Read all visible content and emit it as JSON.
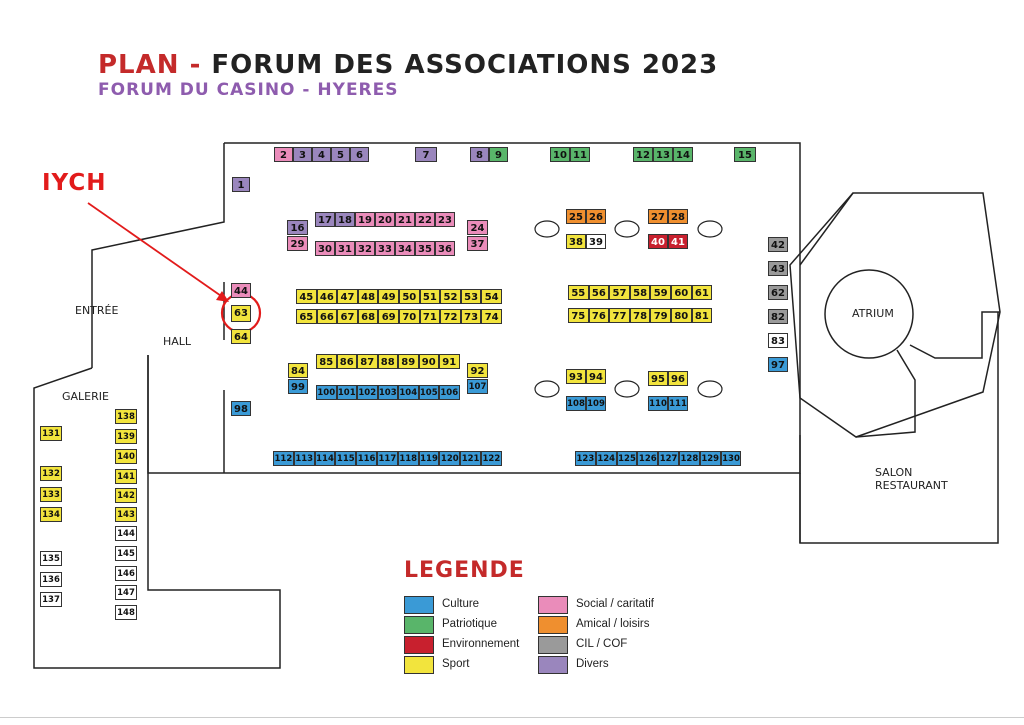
{
  "header": {
    "title_plan": "PLAN",
    "title_dash": " - ",
    "title_rest": "FORUM DES ASSOCIATIONS 2023",
    "subtitle": "FORUM DU CASINO - HYERES"
  },
  "callout": {
    "text": "IYCH",
    "booth": "63",
    "color": "#e21b1b"
  },
  "areas": {
    "entree": "ENTRÉE",
    "hall": "HALL",
    "galerie": "GALERIE",
    "atrium": "ATRIUM",
    "salon": "SALON",
    "restaurant": "RESTAURANT"
  },
  "categories": {
    "culture": {
      "label": "Culture",
      "color": "#3a9ad6"
    },
    "patriot": {
      "label": "Patriotique",
      "color": "#59b56a"
    },
    "env": {
      "label": "Environnement",
      "color": "#c8202e"
    },
    "sport": {
      "label": "Sport",
      "color": "#f2e43d"
    },
    "social": {
      "label": "Social / caritatif",
      "color": "#ea8cba"
    },
    "amical": {
      "label": "Amical / loisirs",
      "color": "#ef8f2f"
    },
    "cil": {
      "label": "CIL / COF",
      "color": "#9a9a9a"
    },
    "divers": {
      "label": "Divers",
      "color": "#9a86bd"
    }
  },
  "legend": {
    "title": "LEGENDE"
  },
  "booths": [
    {
      "n": "1",
      "c": "divers"
    },
    {
      "n": "2",
      "c": "social"
    },
    {
      "n": "3",
      "c": "divers"
    },
    {
      "n": "4",
      "c": "divers"
    },
    {
      "n": "5",
      "c": "divers"
    },
    {
      "n": "6",
      "c": "divers"
    },
    {
      "n": "7",
      "c": "divers"
    },
    {
      "n": "8",
      "c": "divers"
    },
    {
      "n": "9",
      "c": "patriot"
    },
    {
      "n": "10",
      "c": "patriot"
    },
    {
      "n": "11",
      "c": "patriot"
    },
    {
      "n": "12",
      "c": "patriot"
    },
    {
      "n": "13",
      "c": "patriot"
    },
    {
      "n": "14",
      "c": "patriot"
    },
    {
      "n": "15",
      "c": "patriot"
    },
    {
      "n": "16",
      "c": "divers"
    },
    {
      "n": "29",
      "c": "social"
    },
    {
      "n": "17",
      "c": "divers"
    },
    {
      "n": "18",
      "c": "divers"
    },
    {
      "n": "19",
      "c": "social"
    },
    {
      "n": "20",
      "c": "social"
    },
    {
      "n": "21",
      "c": "social"
    },
    {
      "n": "22",
      "c": "social"
    },
    {
      "n": "23",
      "c": "social"
    },
    {
      "n": "24",
      "c": "social"
    },
    {
      "n": "37",
      "c": "social"
    },
    {
      "n": "30",
      "c": "social"
    },
    {
      "n": "31",
      "c": "social"
    },
    {
      "n": "32",
      "c": "social"
    },
    {
      "n": "33",
      "c": "social"
    },
    {
      "n": "34",
      "c": "social"
    },
    {
      "n": "35",
      "c": "social"
    },
    {
      "n": "36",
      "c": "social"
    },
    {
      "n": "25",
      "c": "amical"
    },
    {
      "n": "26",
      "c": "amical"
    },
    {
      "n": "38",
      "c": "sport"
    },
    {
      "n": "39",
      "c": "none"
    },
    {
      "n": "27",
      "c": "amical"
    },
    {
      "n": "28",
      "c": "amical"
    },
    {
      "n": "40",
      "c": "env"
    },
    {
      "n": "41",
      "c": "env"
    },
    {
      "n": "42",
      "c": "cil"
    },
    {
      "n": "43",
      "c": "cil"
    },
    {
      "n": "62",
      "c": "cil"
    },
    {
      "n": "82",
      "c": "cil"
    },
    {
      "n": "83",
      "c": "none"
    },
    {
      "n": "97",
      "c": "culture"
    },
    {
      "n": "44",
      "c": "social"
    },
    {
      "n": "63",
      "c": "sport"
    },
    {
      "n": "64",
      "c": "sport"
    },
    {
      "n": "45",
      "c": "sport"
    },
    {
      "n": "46",
      "c": "sport"
    },
    {
      "n": "47",
      "c": "sport"
    },
    {
      "n": "48",
      "c": "sport"
    },
    {
      "n": "49",
      "c": "sport"
    },
    {
      "n": "50",
      "c": "sport"
    },
    {
      "n": "51",
      "c": "sport"
    },
    {
      "n": "52",
      "c": "sport"
    },
    {
      "n": "53",
      "c": "sport"
    },
    {
      "n": "54",
      "c": "sport"
    },
    {
      "n": "65",
      "c": "sport"
    },
    {
      "n": "66",
      "c": "sport"
    },
    {
      "n": "67",
      "c": "sport"
    },
    {
      "n": "68",
      "c": "sport"
    },
    {
      "n": "69",
      "c": "sport"
    },
    {
      "n": "70",
      "c": "sport"
    },
    {
      "n": "71",
      "c": "sport"
    },
    {
      "n": "72",
      "c": "sport"
    },
    {
      "n": "73",
      "c": "sport"
    },
    {
      "n": "74",
      "c": "sport"
    },
    {
      "n": "55",
      "c": "sport"
    },
    {
      "n": "56",
      "c": "sport"
    },
    {
      "n": "57",
      "c": "sport"
    },
    {
      "n": "58",
      "c": "sport"
    },
    {
      "n": "59",
      "c": "sport"
    },
    {
      "n": "60",
      "c": "sport"
    },
    {
      "n": "61",
      "c": "sport"
    },
    {
      "n": "75",
      "c": "sport"
    },
    {
      "n": "76",
      "c": "sport"
    },
    {
      "n": "77",
      "c": "sport"
    },
    {
      "n": "78",
      "c": "sport"
    },
    {
      "n": "79",
      "c": "sport"
    },
    {
      "n": "80",
      "c": "sport"
    },
    {
      "n": "81",
      "c": "sport"
    },
    {
      "n": "84",
      "c": "sport"
    },
    {
      "n": "99",
      "c": "culture"
    },
    {
      "n": "85",
      "c": "sport"
    },
    {
      "n": "86",
      "c": "sport"
    },
    {
      "n": "87",
      "c": "sport"
    },
    {
      "n": "88",
      "c": "sport"
    },
    {
      "n": "89",
      "c": "sport"
    },
    {
      "n": "90",
      "c": "sport"
    },
    {
      "n": "91",
      "c": "sport"
    },
    {
      "n": "100",
      "c": "culture"
    },
    {
      "n": "101",
      "c": "culture"
    },
    {
      "n": "102",
      "c": "culture"
    },
    {
      "n": "103",
      "c": "culture"
    },
    {
      "n": "104",
      "c": "culture"
    },
    {
      "n": "105",
      "c": "culture"
    },
    {
      "n": "106",
      "c": "culture"
    },
    {
      "n": "92",
      "c": "sport"
    },
    {
      "n": "107",
      "c": "culture"
    },
    {
      "n": "93",
      "c": "sport"
    },
    {
      "n": "94",
      "c": "sport"
    },
    {
      "n": "108",
      "c": "culture"
    },
    {
      "n": "109",
      "c": "culture"
    },
    {
      "n": "95",
      "c": "sport"
    },
    {
      "n": "96",
      "c": "sport"
    },
    {
      "n": "110",
      "c": "culture"
    },
    {
      "n": "111",
      "c": "culture"
    },
    {
      "n": "98",
      "c": "culture"
    },
    {
      "n": "112",
      "c": "culture"
    },
    {
      "n": "113",
      "c": "culture"
    },
    {
      "n": "114",
      "c": "culture"
    },
    {
      "n": "115",
      "c": "culture"
    },
    {
      "n": "116",
      "c": "culture"
    },
    {
      "n": "117",
      "c": "culture"
    },
    {
      "n": "118",
      "c": "culture"
    },
    {
      "n": "119",
      "c": "culture"
    },
    {
      "n": "120",
      "c": "culture"
    },
    {
      "n": "121",
      "c": "culture"
    },
    {
      "n": "122",
      "c": "culture"
    },
    {
      "n": "123",
      "c": "culture"
    },
    {
      "n": "124",
      "c": "culture"
    },
    {
      "n": "125",
      "c": "culture"
    },
    {
      "n": "126",
      "c": "culture"
    },
    {
      "n": "127",
      "c": "culture"
    },
    {
      "n": "128",
      "c": "culture"
    },
    {
      "n": "129",
      "c": "culture"
    },
    {
      "n": "130",
      "c": "culture"
    },
    {
      "n": "131",
      "c": "sport"
    },
    {
      "n": "132",
      "c": "sport"
    },
    {
      "n": "133",
      "c": "sport"
    },
    {
      "n": "134",
      "c": "sport"
    },
    {
      "n": "135",
      "c": "none"
    },
    {
      "n": "136",
      "c": "none"
    },
    {
      "n": "137",
      "c": "none"
    },
    {
      "n": "138",
      "c": "sport"
    },
    {
      "n": "139",
      "c": "sport"
    },
    {
      "n": "140",
      "c": "sport"
    },
    {
      "n": "141",
      "c": "sport"
    },
    {
      "n": "142",
      "c": "sport"
    },
    {
      "n": "143",
      "c": "sport"
    },
    {
      "n": "144",
      "c": "none"
    },
    {
      "n": "145",
      "c": "none"
    },
    {
      "n": "146",
      "c": "none"
    },
    {
      "n": "147",
      "c": "none"
    },
    {
      "n": "148",
      "c": "none"
    }
  ]
}
